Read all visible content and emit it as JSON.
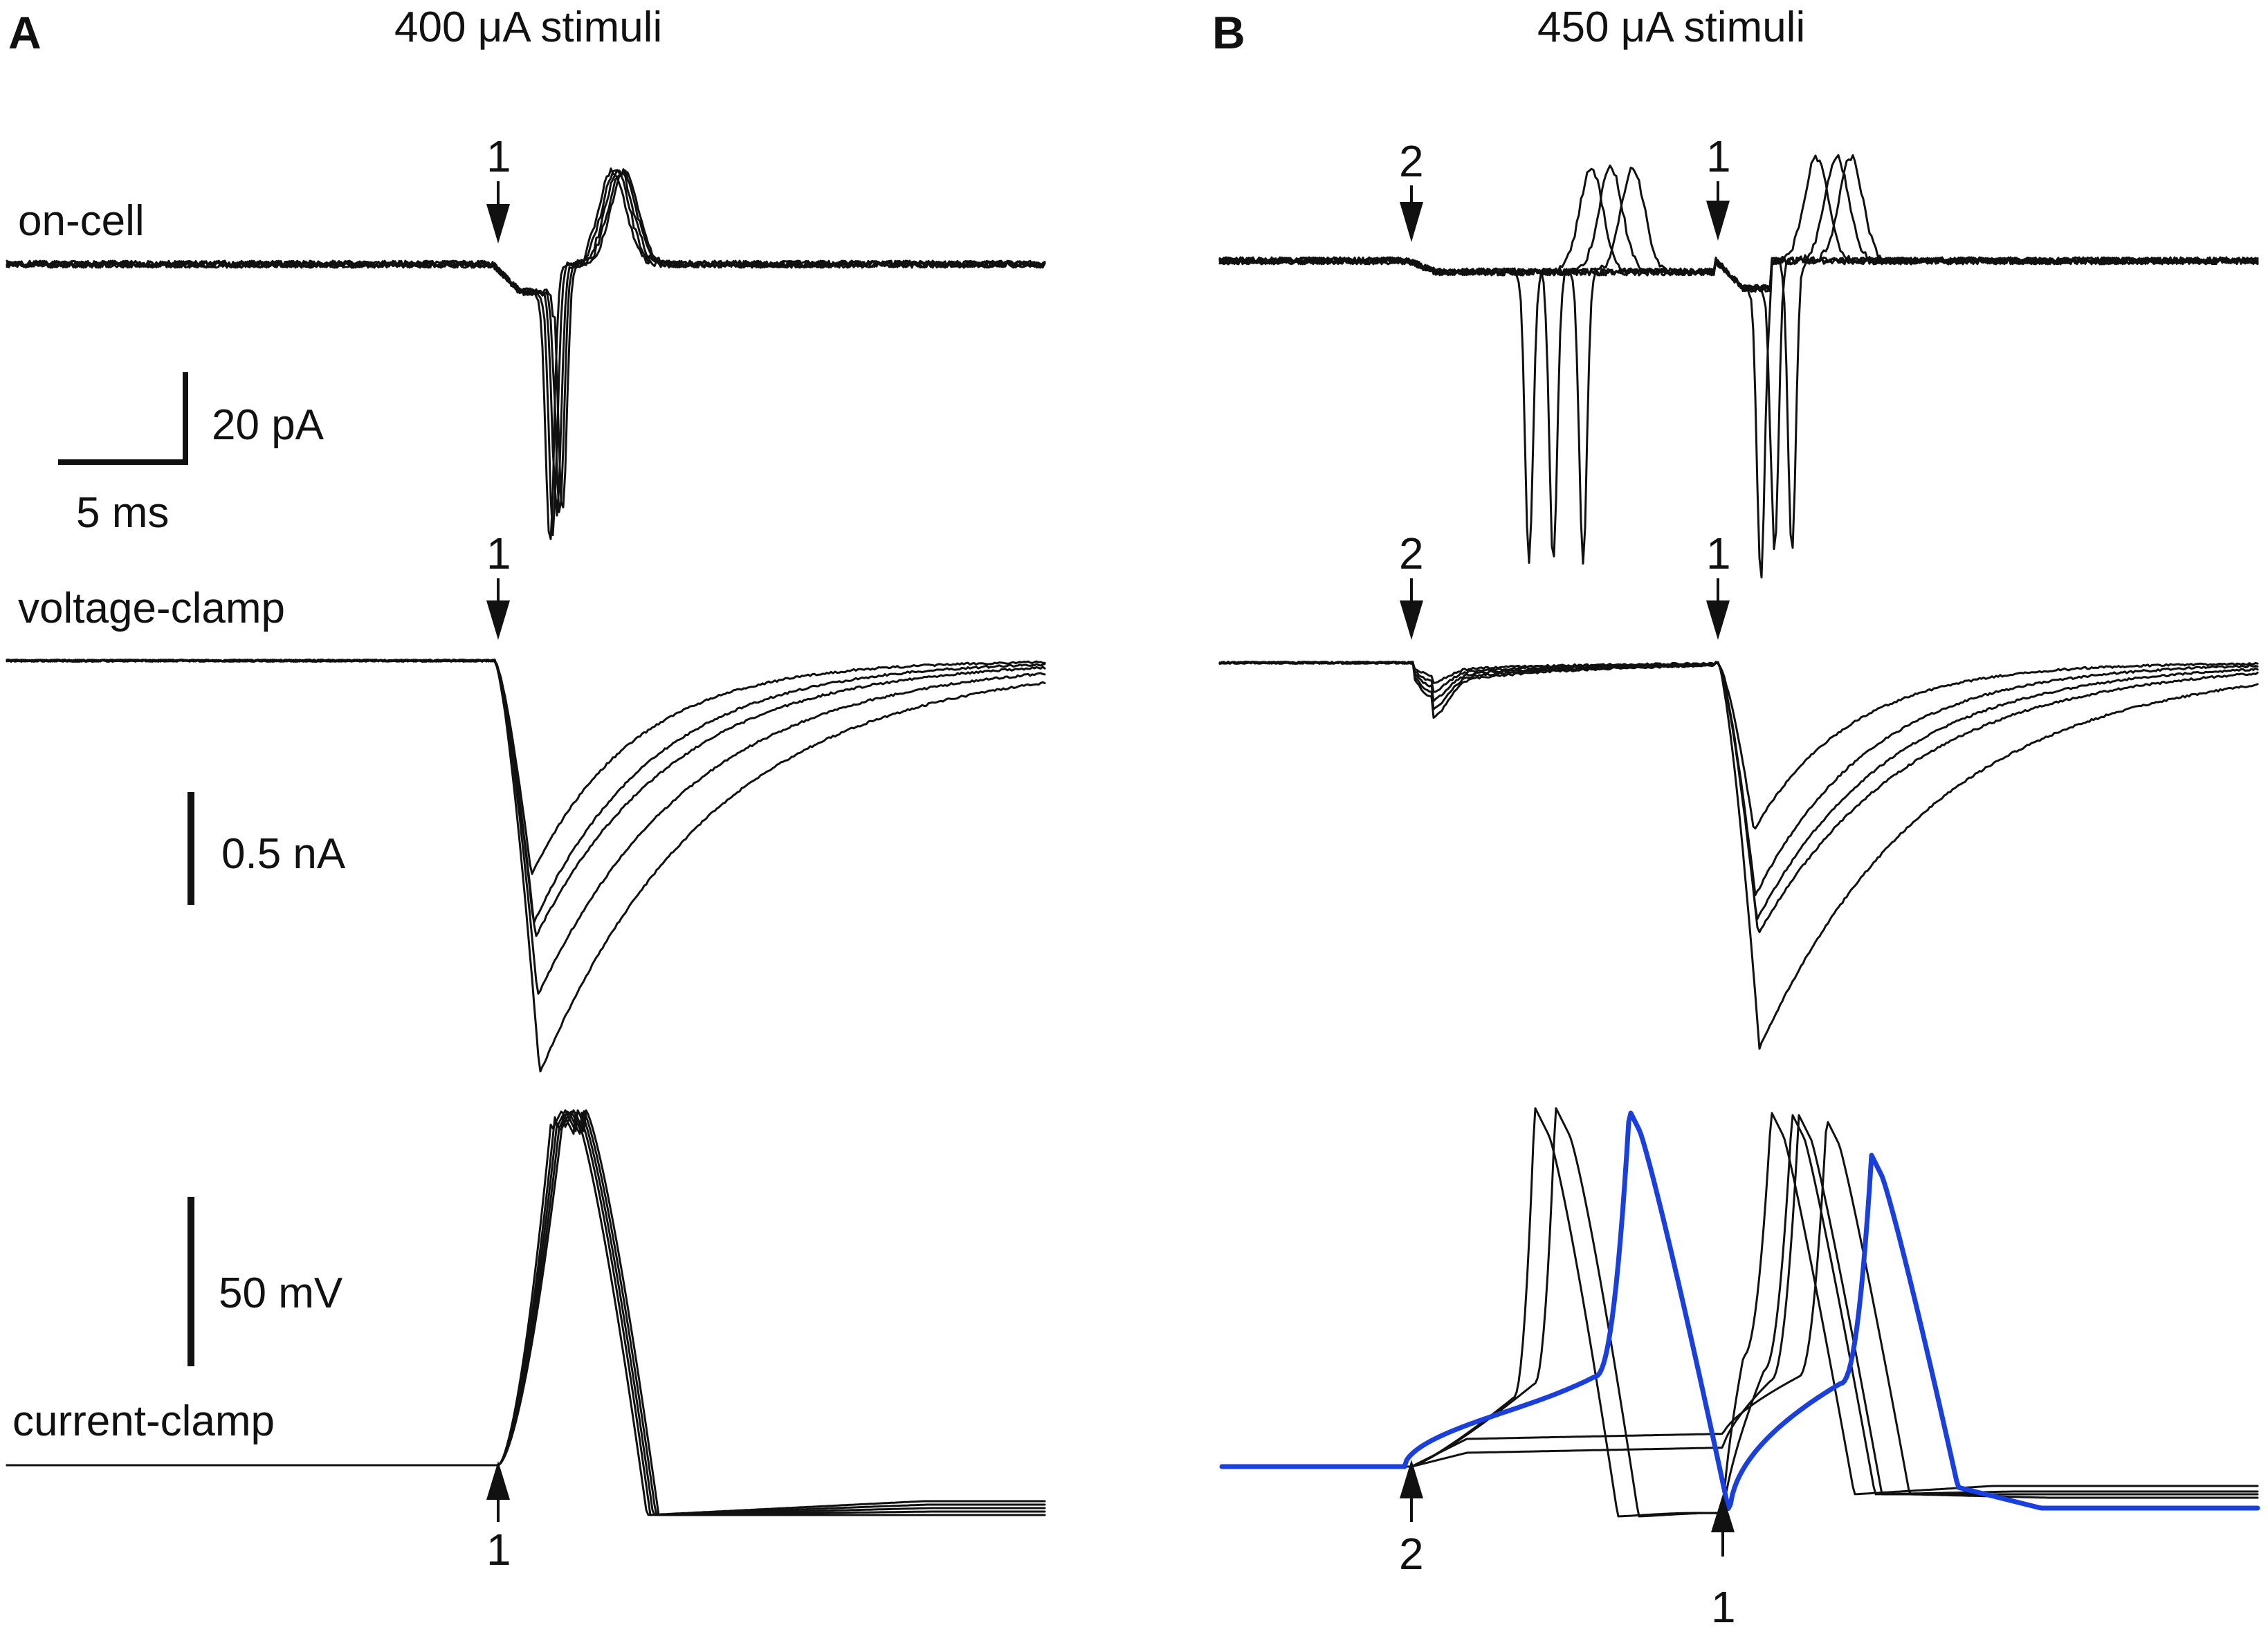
{
  "colors": {
    "trace": "#111111",
    "highlight": "#1a3fe0"
  },
  "panels": {
    "a": {
      "letter": "A",
      "title": "400 μA stimuli"
    },
    "b": {
      "letter": "B",
      "title": "450 μA stimuli"
    }
  },
  "rows": {
    "on_cell": "on-cell",
    "voltage_clamp": "voltage-clamp",
    "current_clamp": "current-clamp"
  },
  "scale_bars": {
    "current_small": "20 pA",
    "time": "5 ms",
    "current_large": "0.5 nA",
    "voltage": "50 mV"
  },
  "stimulus_markers": {
    "first": "1",
    "second": "2"
  }
}
